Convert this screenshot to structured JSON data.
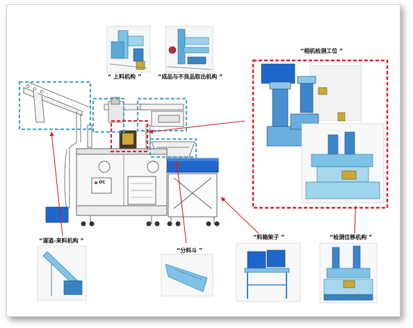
{
  "labels": {
    "loading": "“ 上料机构 ”",
    "output": "“成品与不良品取出机构 ”",
    "camera": "“相机检测工位 ”",
    "feeder": "“溜道-来料机构 ”",
    "sorter": "“分料斗 ”",
    "rack": "“料箱架子 ”",
    "detect_move": "“检测位移机构 ”"
  },
  "panel": {
    "badge": "OC"
  },
  "colors": {
    "callout_blue": "#4aa7c3",
    "callout_red": "#e0202a",
    "machine_blue": "#1f66c9",
    "part_cyan": "#7ec3e6"
  }
}
